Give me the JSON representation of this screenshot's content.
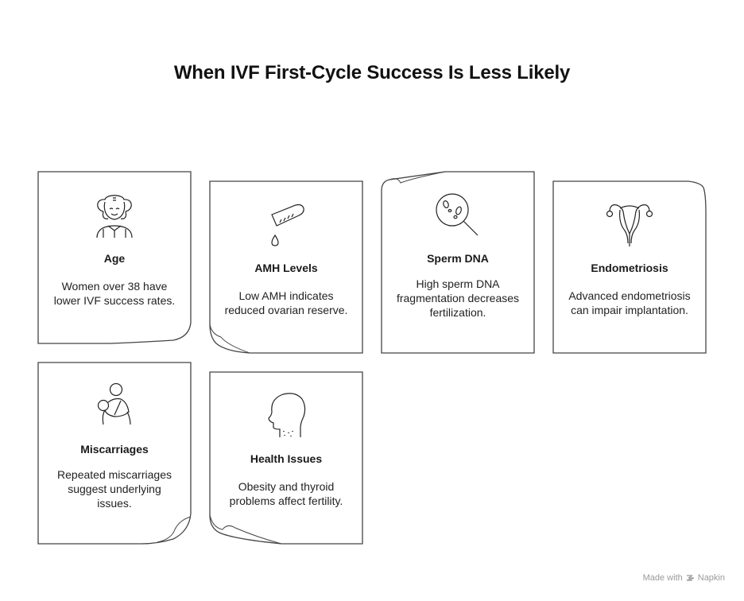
{
  "title": "When IVF First-Cycle Success Is Less Likely",
  "cards": [
    {
      "heading": "Age",
      "description": "Women over 38 have lower IVF success rates.",
      "icon": "elderly-woman-icon"
    },
    {
      "heading": "AMH Levels",
      "description": "Low AMH indicates reduced ovarian reserve.",
      "icon": "test-tube-drop-icon"
    },
    {
      "heading": "Sperm DNA",
      "description": "High sperm DNA fragmentation decreases fertilization.",
      "icon": "magnifier-cells-icon"
    },
    {
      "heading": "Endometriosis",
      "description": "Advanced endometriosis can impair implantation.",
      "icon": "uterus-icon"
    },
    {
      "heading": "Miscarriages",
      "description": "Repeated miscarriages suggest underlying issues.",
      "icon": "parent-child-icon"
    },
    {
      "heading": "Health Issues",
      "description": "Obesity and thyroid problems affect fertility.",
      "icon": "head-profile-icon"
    }
  ],
  "footer": {
    "made_with": "Made with",
    "brand": "Napkin"
  }
}
